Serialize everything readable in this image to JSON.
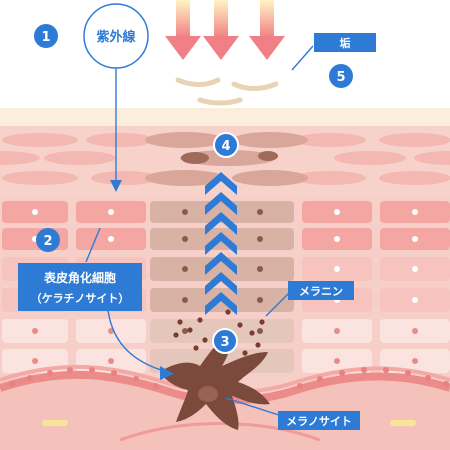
{
  "labels": {
    "uv": "紫外線",
    "grime": "垢",
    "cell_line1": "表皮角化細胞",
    "cell_line2": "（ケラチノサイト）",
    "melanin": "メラニン",
    "melanocyte": "メラノサイト"
  },
  "markers": [
    "1",
    "2",
    "3",
    "4",
    "5"
  ],
  "colors": {
    "accent_blue": "#2e7bd6",
    "arrow_pink": "#f08a8a",
    "skin_pink": "#f6c6c2",
    "cell_pink": "#f9dcd8",
    "melanin_brown": "#7a4a3e",
    "stratum_cream": "#f8ead8"
  },
  "icons": [
    "uv-arrow-icon",
    "chevron-up-icon",
    "melanocyte-shape"
  ]
}
